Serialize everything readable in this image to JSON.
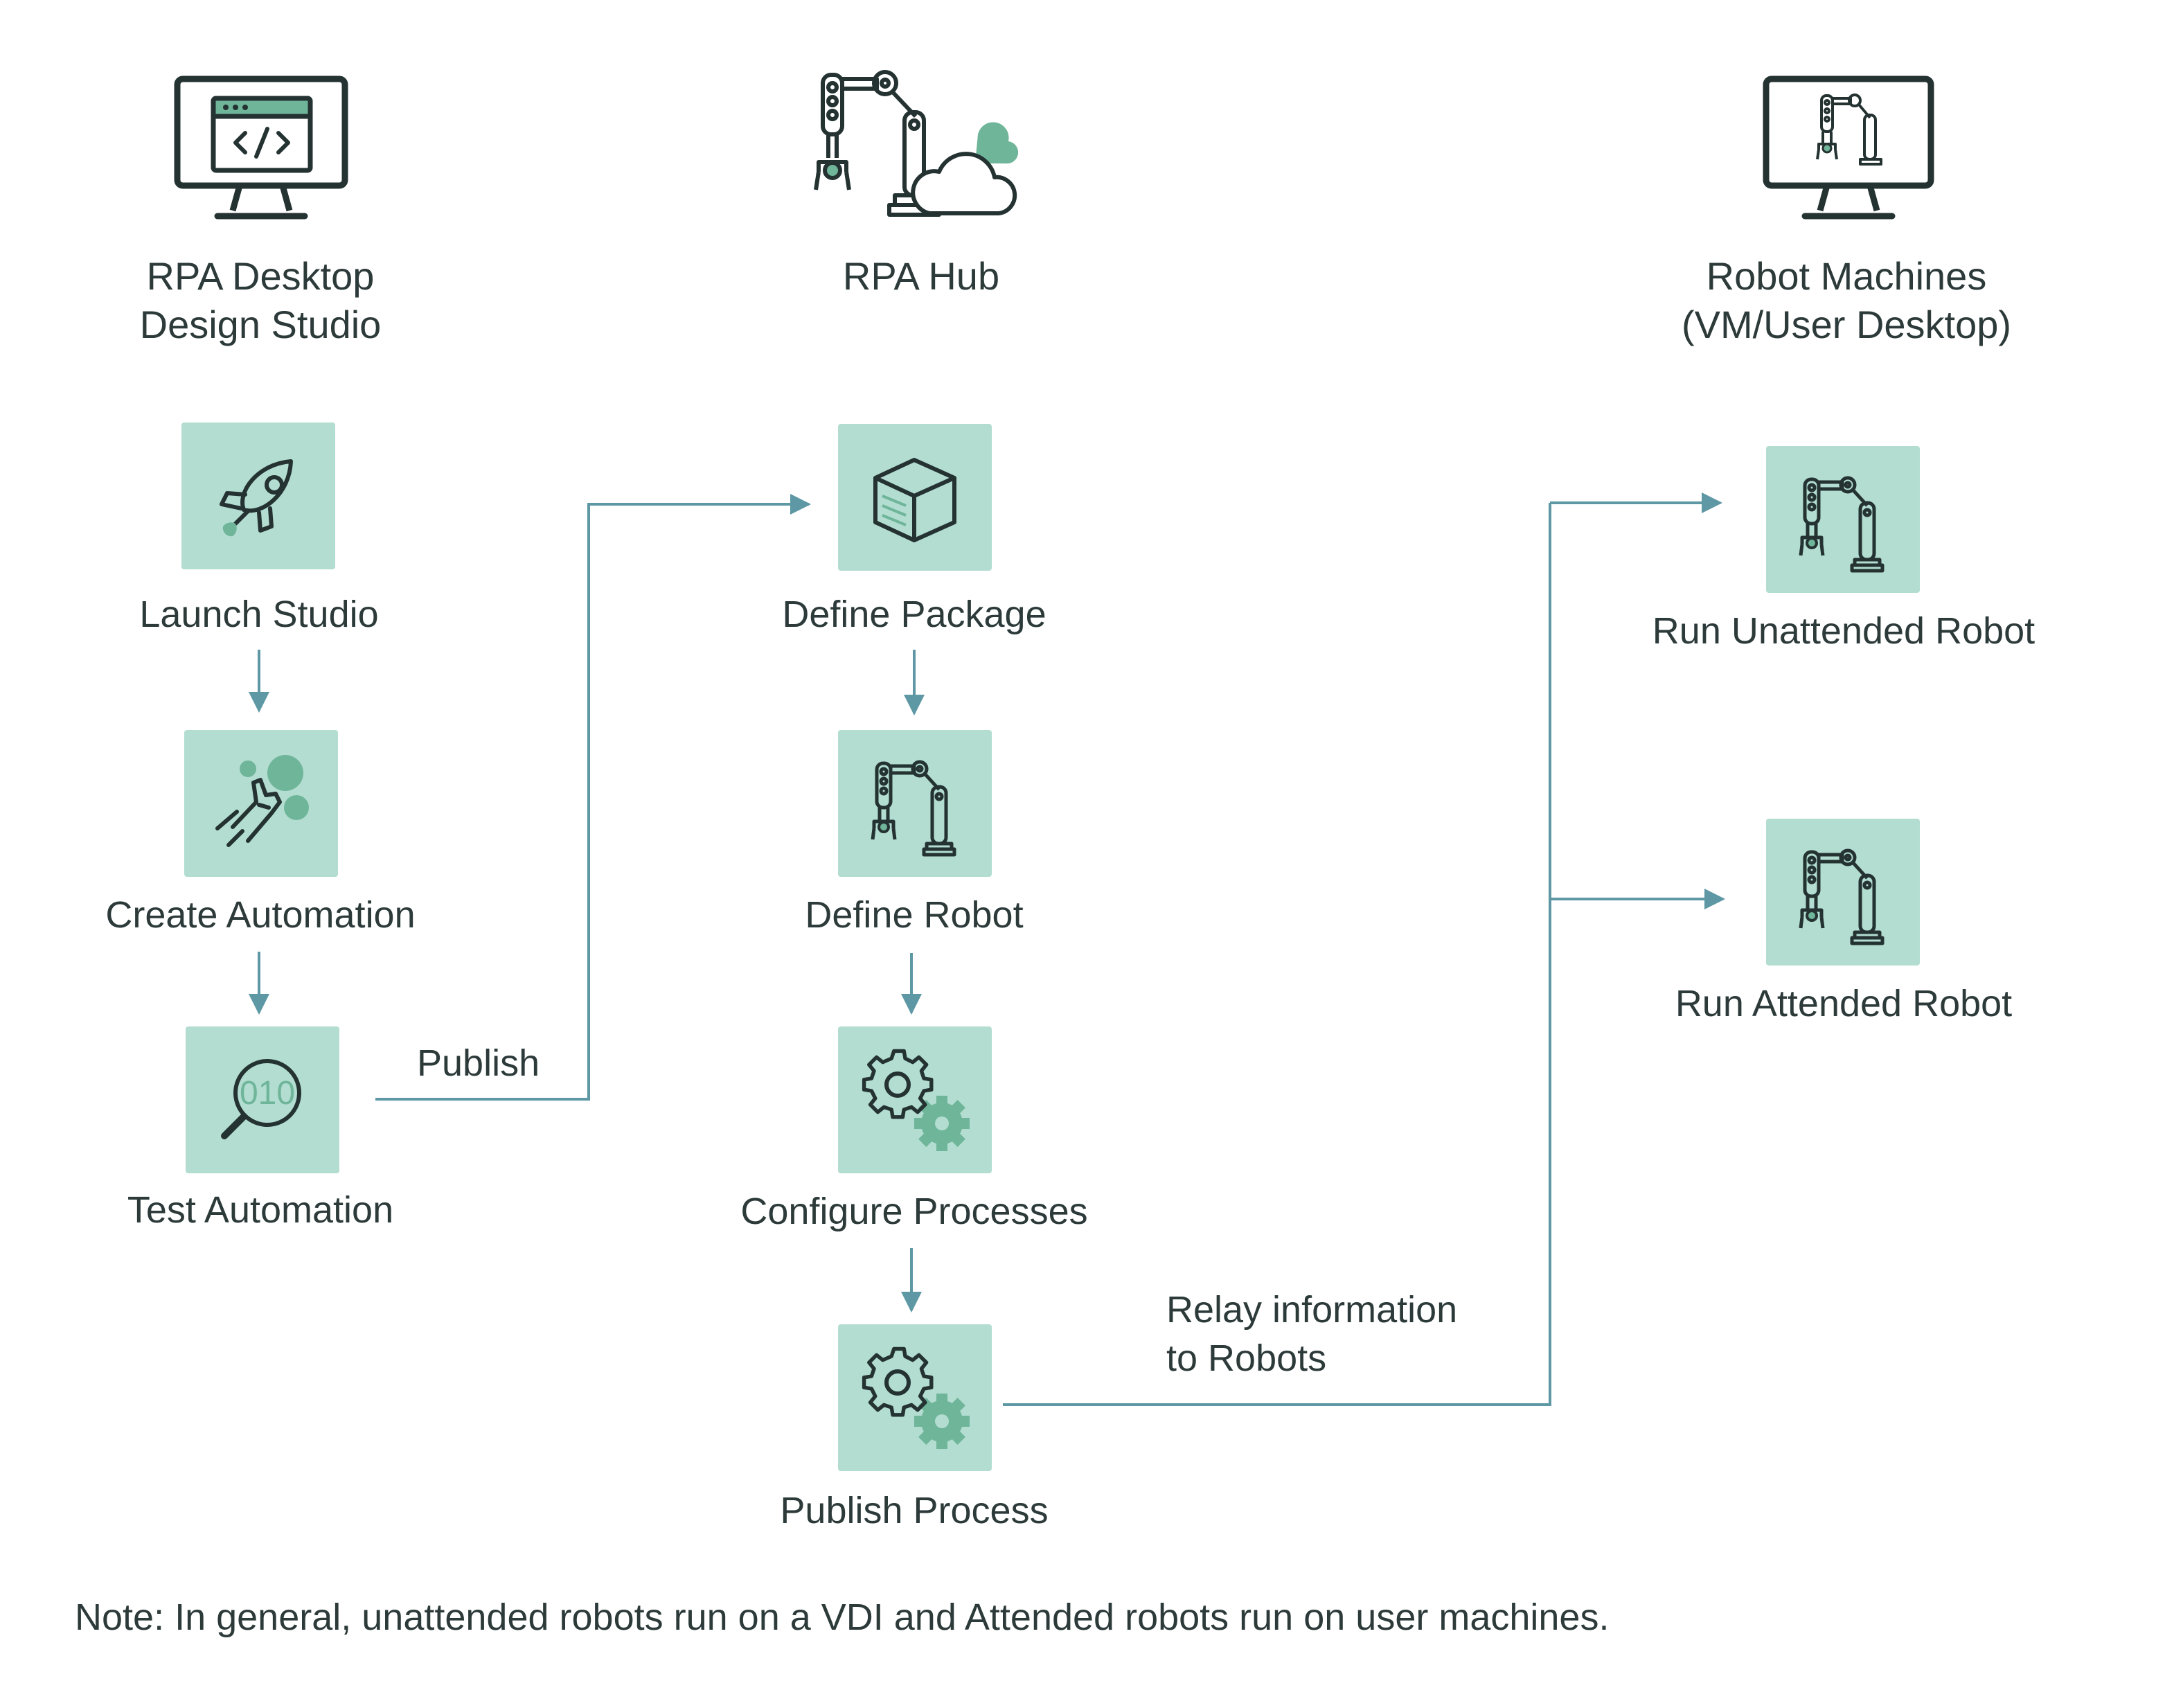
{
  "columns": {
    "studio": {
      "title_line1": "RPA Desktop",
      "title_line2": "Design Studio",
      "icon": "monitor-code-icon"
    },
    "hub": {
      "title": "RPA Hub",
      "icon": "robot-arm-cloud-icon"
    },
    "machines": {
      "title_line1": "Robot Machines",
      "title_line2": "(VM/User Desktop)",
      "icon": "monitor-robot-icon"
    }
  },
  "steps": {
    "launch_studio": {
      "label": "Launch Studio",
      "icon": "rocket-icon"
    },
    "create_automation": {
      "label": "Create Automation",
      "icon": "touch-hand-icon"
    },
    "test_automation": {
      "label": "Test Automation",
      "icon": "binary-search-icon",
      "glyph": "010"
    },
    "define_package": {
      "label": "Define Package",
      "icon": "package-cube-icon"
    },
    "define_robot": {
      "label": "Define Robot",
      "icon": "robot-arm-icon"
    },
    "configure_processes": {
      "label": "Configure Processes",
      "icon": "gears-icon"
    },
    "publish_process": {
      "label": "Publish Process",
      "icon": "gears-icon"
    },
    "run_unattended": {
      "label": "Run Unattended Robot",
      "icon": "robot-arm-icon"
    },
    "run_attended": {
      "label": "Run Attended Robot",
      "icon": "robot-arm-icon"
    }
  },
  "edges": {
    "publish": "Publish",
    "relay_line1": "Relay information",
    "relay_line2": "to Robots"
  },
  "note": "Note: In general, unattended robots run on a VDI and Attended robots run on user machines.",
  "colors": {
    "box_fill": "#b2ddd0",
    "accent_green": "#6fb59a",
    "connector": "#5d98a4",
    "icon_stroke": "#243232",
    "text": "#2d3a3a"
  }
}
